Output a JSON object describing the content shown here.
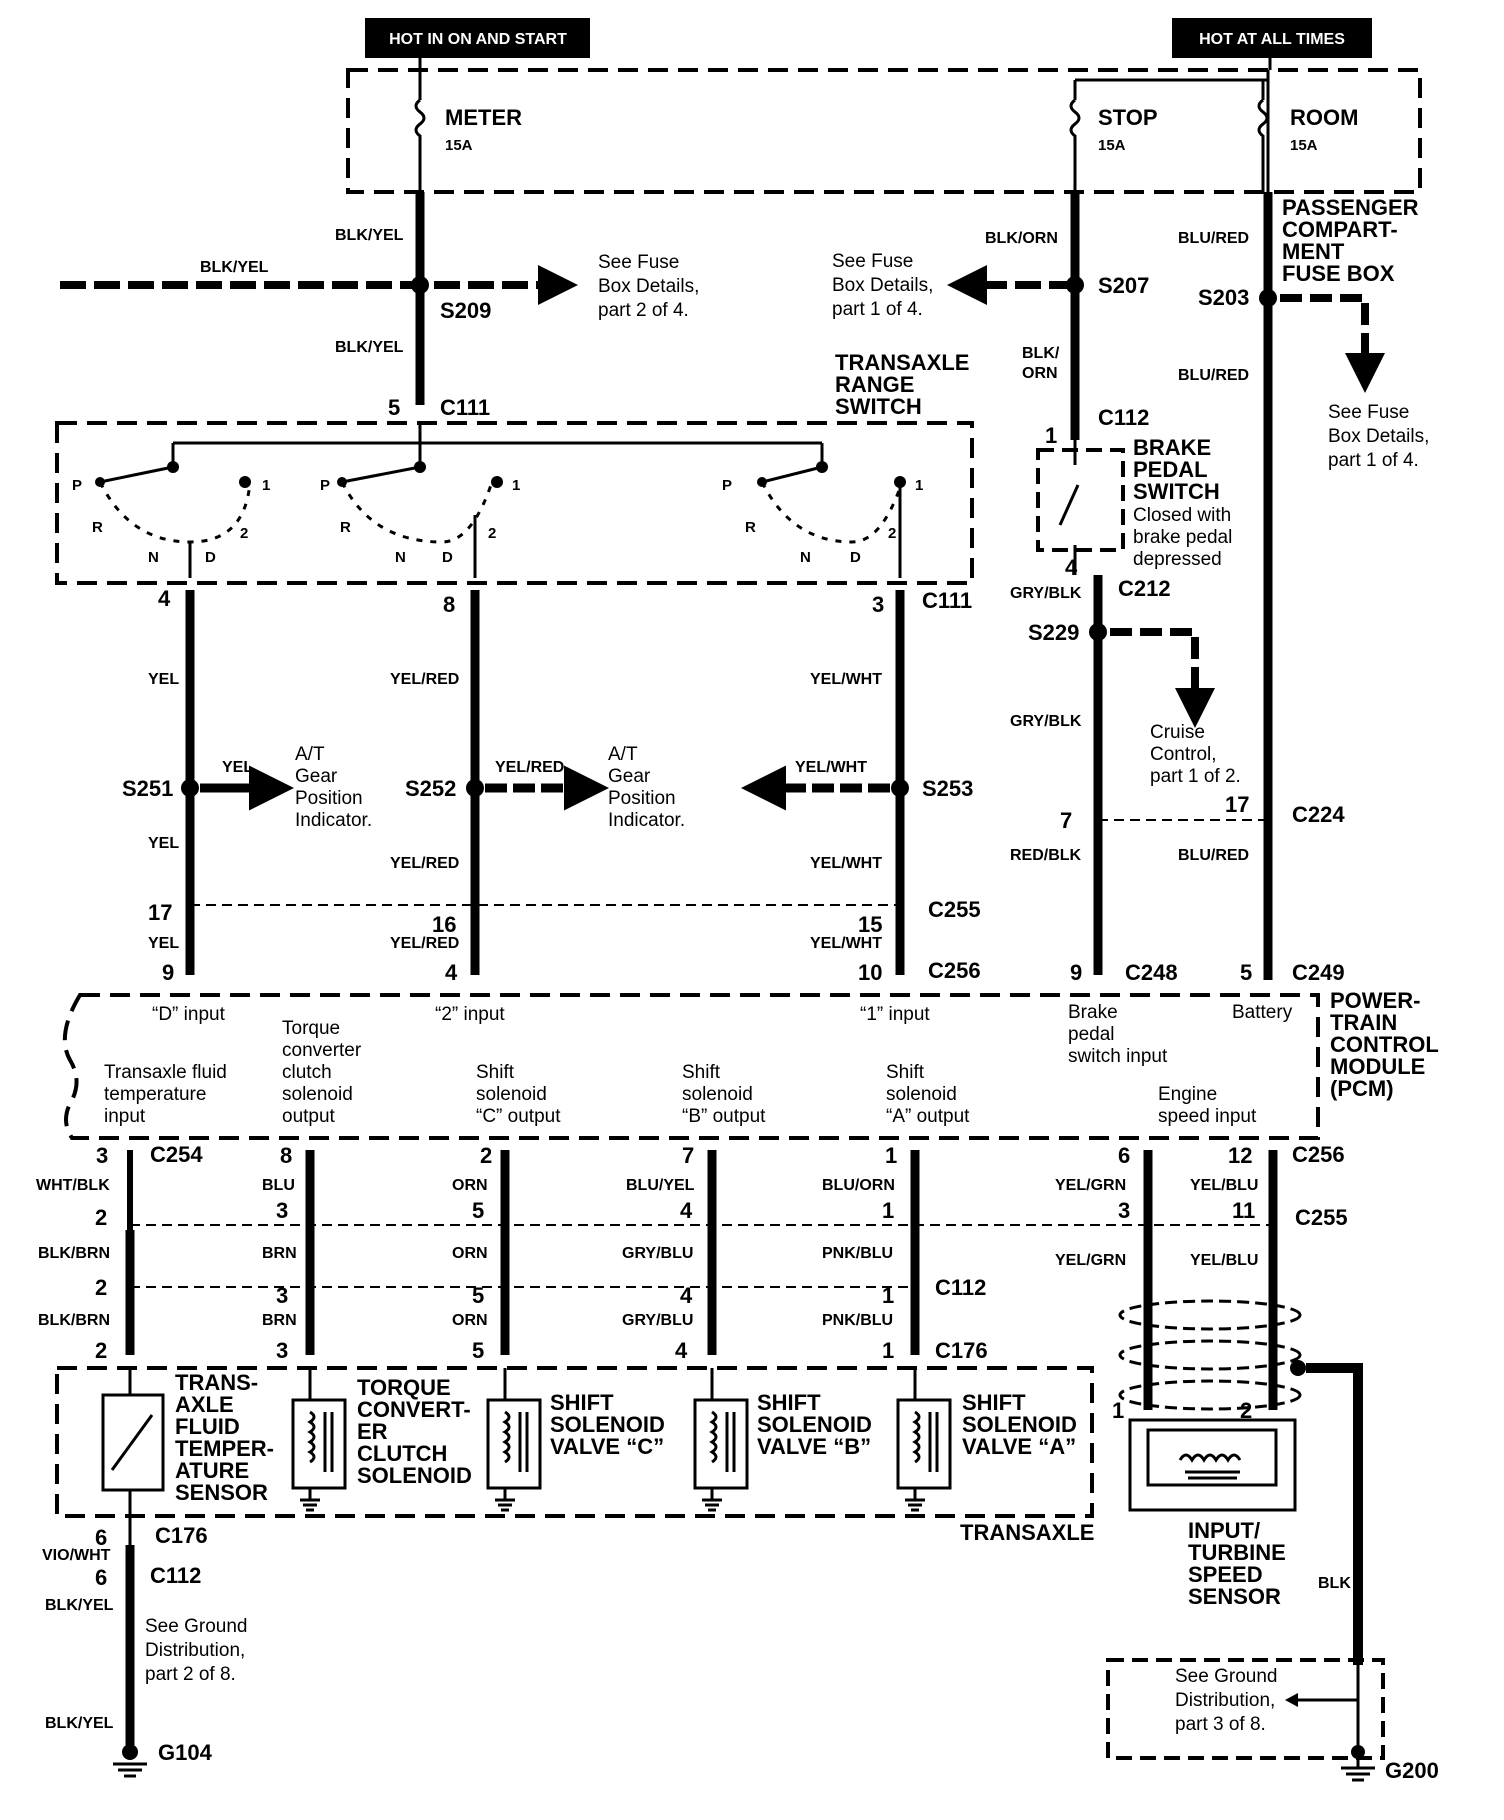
{
  "power": {
    "hot_on_start": "HOT IN ON AND START",
    "hot_all_times": "HOT AT ALL TIMES"
  },
  "fuses": {
    "meter": "METER",
    "meter_rating": "15A",
    "stop": "STOP",
    "stop_rating": "15A",
    "room": "ROOM",
    "room_rating": "15A",
    "box_title": [
      "PASSENGER",
      "COMPART-",
      "MENT",
      "FUSE BOX"
    ]
  },
  "top": {
    "w_blk_yel": "BLK/YEL",
    "s209": "S209",
    "see_fuse_p2": [
      "See Fuse",
      "Box Details,",
      "part 2 of 4."
    ],
    "w_blk_orn": "BLK/ORN",
    "w_blk_orn_split": [
      "BLK/",
      "ORN"
    ],
    "s207": "S207",
    "see_fuse_p1": [
      "See Fuse",
      "Box Details,",
      "part 1 of 4."
    ],
    "w_blu_red": "BLU/RED",
    "s203": "S203"
  },
  "trs": {
    "title": [
      "TRANSAXLE",
      "RANGE",
      "SWITCH"
    ],
    "c111": "C111",
    "pin_in": "5",
    "pins": [
      "4",
      "8",
      "3"
    ],
    "P": "P",
    "R": "R",
    "N": "N",
    "D": "D",
    "one": "1",
    "two": "2"
  },
  "brake": {
    "c112": "C112",
    "pin1": "1",
    "pin4": "4",
    "title": [
      "BRAKE",
      "PEDAL",
      "SWITCH"
    ],
    "desc": [
      "Closed with",
      "brake pedal",
      "depressed"
    ],
    "w_gry_blk": "GRY/BLK",
    "c212": "C212",
    "s229": "S229",
    "cruise": [
      "Cruise",
      "Control,",
      "part 1 of 2."
    ],
    "pin7": "7",
    "w_red_blk": "RED/BLK",
    "pin17": "17",
    "c224": "C224",
    "pin9": "9",
    "c248": "C248",
    "pin5": "5",
    "c249": "C249"
  },
  "mid": {
    "yel": "YEL",
    "yel_red": "YEL/RED",
    "yel_wht": "YEL/WHT",
    "s251": "S251",
    "s252": "S252",
    "s253": "S253",
    "at_gear": [
      "A/T",
      "Gear",
      "Position",
      "Indicator."
    ],
    "c255": "C255",
    "c256": "C256",
    "p17": "17",
    "p16": "16",
    "p15": "15",
    "p9": "9",
    "p4": "4",
    "p10": "10"
  },
  "pcm": {
    "title": [
      "POWER-",
      "TRAIN",
      "CONTROL",
      "MODULE",
      "(PCM)"
    ],
    "d_input": "“D” input",
    "two_input": "“2” input",
    "one_input": "“1” input",
    "brake_input": [
      "Brake",
      "pedal",
      "switch input"
    ],
    "battery": "Battery",
    "tft": [
      "Transaxle fluid",
      "temperature",
      "input"
    ],
    "tcc": [
      "Torque",
      "converter",
      "clutch",
      "solenoid",
      "output"
    ],
    "ssc": [
      "Shift",
      "solenoid",
      "“C” output"
    ],
    "ssb": [
      "Shift",
      "solenoid",
      "“B” output"
    ],
    "ssa": [
      "Shift",
      "solenoid",
      "“A” output"
    ],
    "eng": [
      "Engine",
      "speed input"
    ]
  },
  "bottom": {
    "c254": "C254",
    "c256": "C256",
    "c255": "C255",
    "c112": "C112",
    "c176": "C176",
    "cols": [
      {
        "p1": "3",
        "w1": "WHT/BLK",
        "p2": "2",
        "w2": "BLK/BRN",
        "p3": "2",
        "w3": "BLK/BRN",
        "p4": "2"
      },
      {
        "p1": "8",
        "w1": "BLU",
        "p2": "3",
        "w2": "BRN",
        "p3": "3",
        "w3": "BRN",
        "p4": "3"
      },
      {
        "p1": "2",
        "w1": "ORN",
        "p2": "5",
        "w2": "ORN",
        "p3": "5",
        "w3": "ORN",
        "p4": "5"
      },
      {
        "p1": "7",
        "w1": "BLU/YEL",
        "p2": "4",
        "w2": "GRY/BLU",
        "p3": "4",
        "w3": "GRY/BLU",
        "p4": "4"
      },
      {
        "p1": "1",
        "w1": "BLU/ORN",
        "p2": "1",
        "w2": "PNK/BLU",
        "p3": "1",
        "w3": "PNK/BLU",
        "p4": "1"
      }
    ],
    "eng": {
      "p6": "6",
      "w6": "YEL/GRN",
      "p12": "12",
      "w12": "YEL/BLU",
      "p3": "3",
      "p11": "11",
      "w3": "YEL/GRN",
      "w11": "YEL/BLU"
    }
  },
  "components": {
    "tft": [
      "TRANS-",
      "AXLE",
      "FLUID",
      "TEMPER-",
      "ATURE",
      "SENSOR"
    ],
    "tcc": [
      "TORQUE",
      "CONVERT-",
      "ER",
      "CLUTCH",
      "SOLENOID"
    ],
    "ssc": [
      "SHIFT",
      "SOLENOID",
      "VALVE “C”"
    ],
    "ssb": [
      "SHIFT",
      "SOLENOID",
      "VALVE “B”"
    ],
    "ssa": [
      "SHIFT",
      "SOLENOID",
      "VALVE “A”"
    ],
    "transaxle": "TRANSAXLE",
    "its": [
      "INPUT/",
      "TURBINE",
      "SPEED",
      "SENSOR"
    ],
    "its_p1": "1",
    "its_p2": "2"
  },
  "ground": {
    "p6a": "6",
    "c176": "C176",
    "w_vio_wht": "VIO/WHT",
    "p6b": "6",
    "c112": "C112",
    "w_blk_yel": "BLK/YEL",
    "see_gd_2": [
      "See Ground",
      "Distribution,",
      "part 2 of 8."
    ],
    "g104": "G104",
    "w_blk": "BLK",
    "see_gd_3": [
      "See Ground",
      "Distribution,",
      "part 3 of 8."
    ],
    "g200": "G200"
  }
}
